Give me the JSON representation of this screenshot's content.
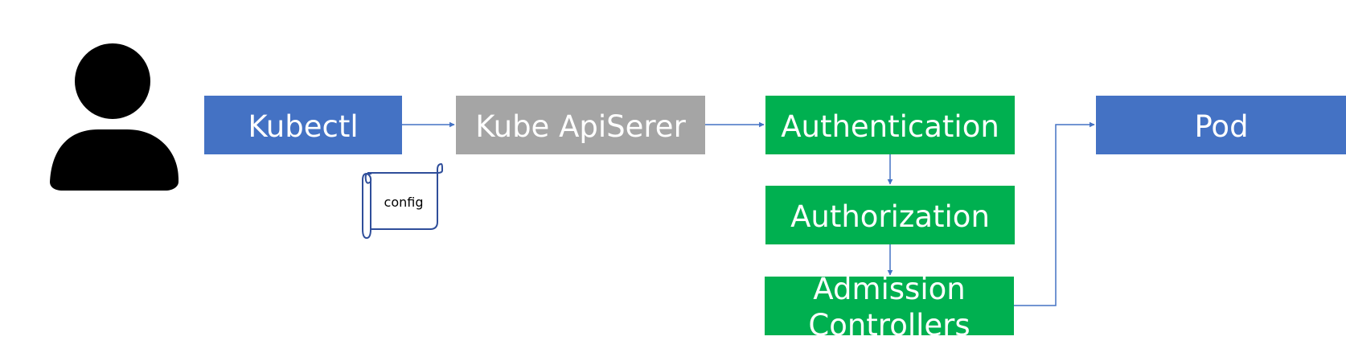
{
  "nodes": {
    "kubectl": {
      "label": "Kubectl"
    },
    "apiserver": {
      "label": "Kube ApiSerer"
    },
    "authentication": {
      "label": "Authentication"
    },
    "authorization": {
      "label": "Authorization"
    },
    "admission": {
      "label_line1": "Admission",
      "label_line2": "Controllers"
    },
    "pod": {
      "label": "Pod"
    },
    "config": {
      "label": "config"
    }
  },
  "icons": {
    "user": "user-icon",
    "config_scroll": "scroll-icon"
  },
  "colors": {
    "blue": "#4472C4",
    "gray": "#A5A5A5",
    "green": "#00B050",
    "connector": "#4472C4",
    "person": "#000000"
  }
}
